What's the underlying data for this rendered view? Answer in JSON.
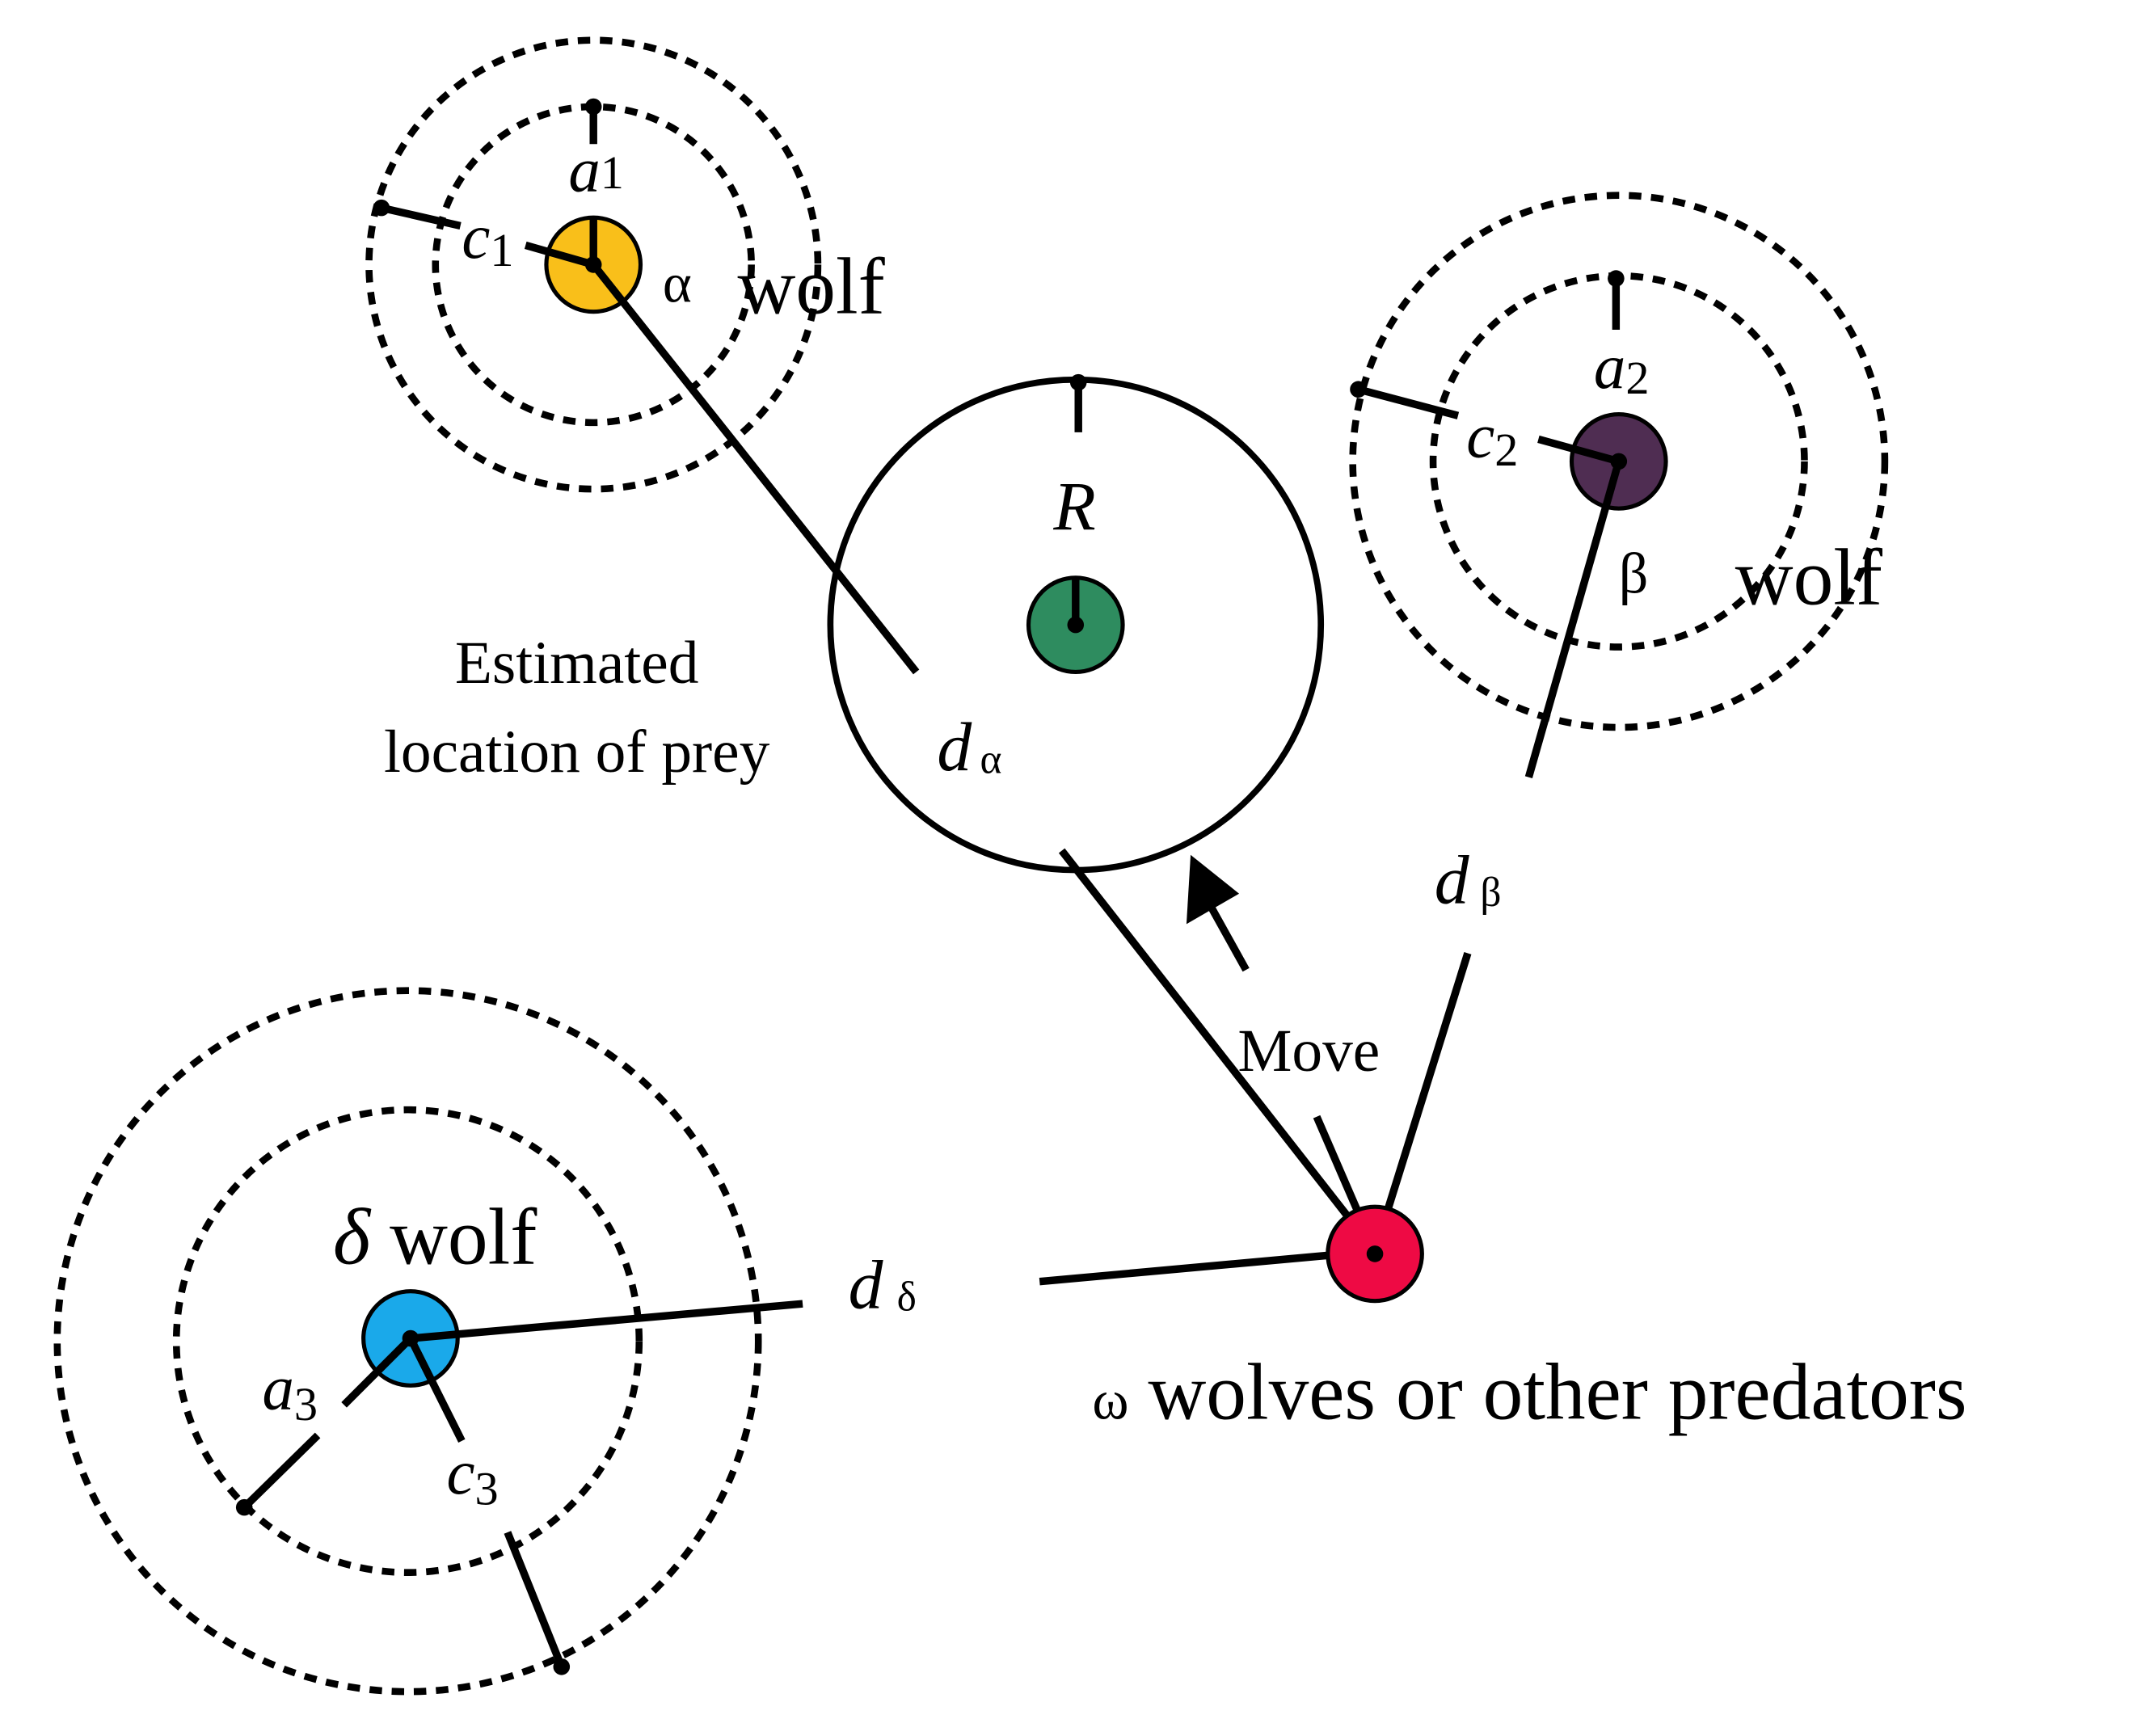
{
  "colors": {
    "alpha": "#F9BF1A",
    "beta": "#4F2D52",
    "delta": "#1AA9EA",
    "omega": "#EE0A44",
    "prey": "#2E8C5F",
    "line": "#000000"
  },
  "labels": {
    "alpha_greek": "α",
    "alpha_wolf": "wolf",
    "a1_var": "a",
    "a1_sub": "1",
    "c1_var": "c",
    "c1_sub": "1",
    "beta_greek": "β",
    "beta_wolf": "wolf",
    "a2_var": "a",
    "a2_sub": "2",
    "c2_var": "c",
    "c2_sub": "2",
    "delta_greek": "δ",
    "delta_wolf": "wolf",
    "a3_var": "a",
    "a3_sub": "3",
    "c3_var": "c",
    "c3_sub": "3",
    "prey_radius": "R",
    "prey_line1": "Estimated",
    "prey_line2": "location of prey",
    "d_alpha_var": "d",
    "d_alpha_sub": "α",
    "d_beta_var": "d",
    "d_beta_sub": "β",
    "d_delta_var": "d",
    "d_delta_sub": "δ",
    "move": "Move",
    "omega_greek": "ω",
    "omega_text": "wolves or other predators"
  }
}
